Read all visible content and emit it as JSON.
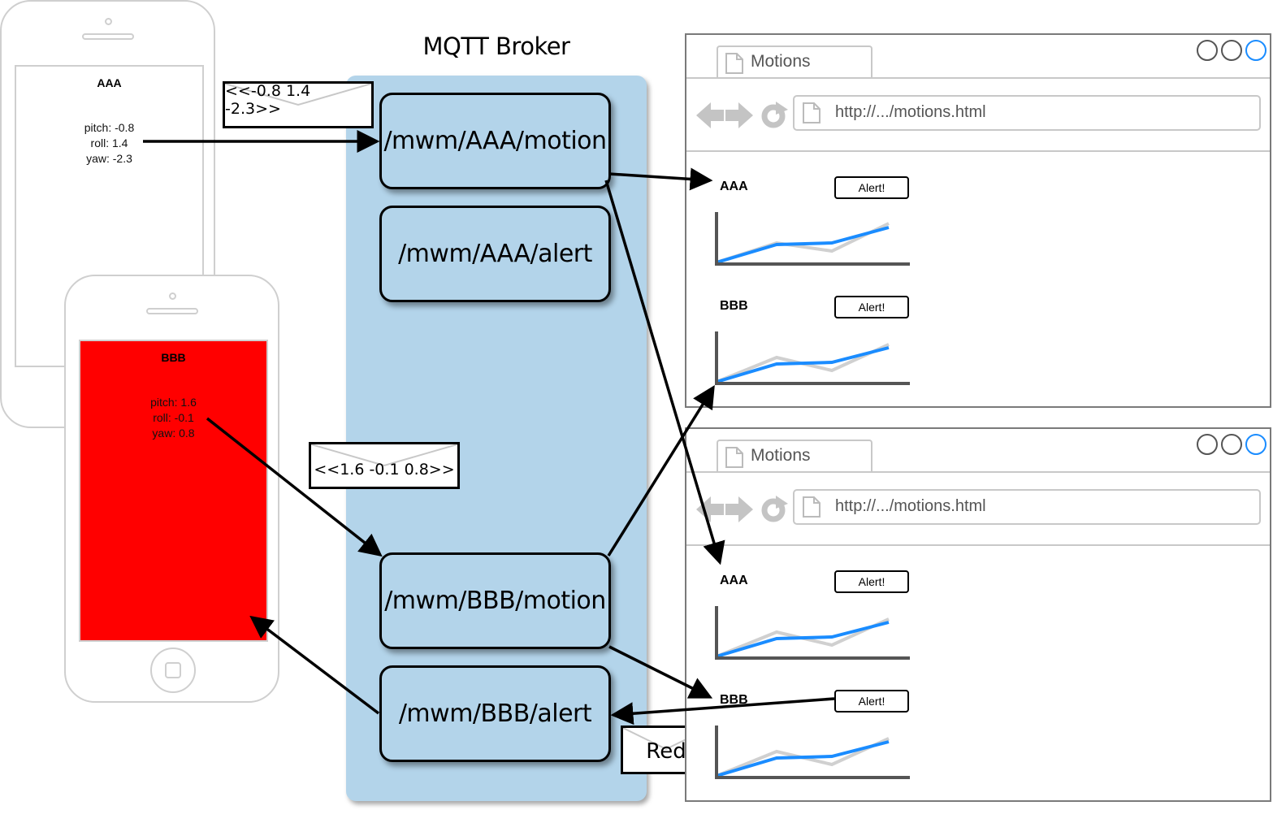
{
  "broker": {
    "title": "MQTT Broker"
  },
  "topics": {
    "aaa_motion": "/mwm/AAA/motion",
    "aaa_alert": "/mwm/AAA/alert",
    "bbb_motion": "/mwm/BBB/motion",
    "bbb_alert": "/mwm/BBB/alert"
  },
  "devices": {
    "aaa": {
      "name": "AAA",
      "pitch": "pitch: -0.8",
      "roll": "roll: 1.4",
      "yaw": "yaw: -2.3",
      "screen_color": "#ffffff"
    },
    "bbb": {
      "name": "BBB",
      "pitch": "pitch: 1.6",
      "roll": "roll: -0.1",
      "yaw": "yaw: 0.8",
      "screen_color": "#ff0000"
    }
  },
  "messages": {
    "aaa_motion": "<<-0.8 1.4 -2.3>>",
    "bbb_motion": "<<1.6 -0.1 0.8>>",
    "bbb_alert": "Red"
  },
  "browsers": [
    {
      "tab_title": "Motions",
      "url": "http://.../motions.html",
      "panels": [
        {
          "label": "AAA",
          "alert_label": "Alert!"
        },
        {
          "label": "BBB",
          "alert_label": "Alert!"
        }
      ]
    },
    {
      "tab_title": "Motions",
      "url": "http://.../motions.html",
      "panels": [
        {
          "label": "AAA",
          "alert_label": "Alert!"
        },
        {
          "label": "BBB",
          "alert_label": "Alert!"
        }
      ]
    }
  ],
  "colors": {
    "broker_fill": "#b3d4ea",
    "line_blue": "#1a8cff",
    "line_gray": "#d0d0d0",
    "alert_red": "#ff0000"
  }
}
